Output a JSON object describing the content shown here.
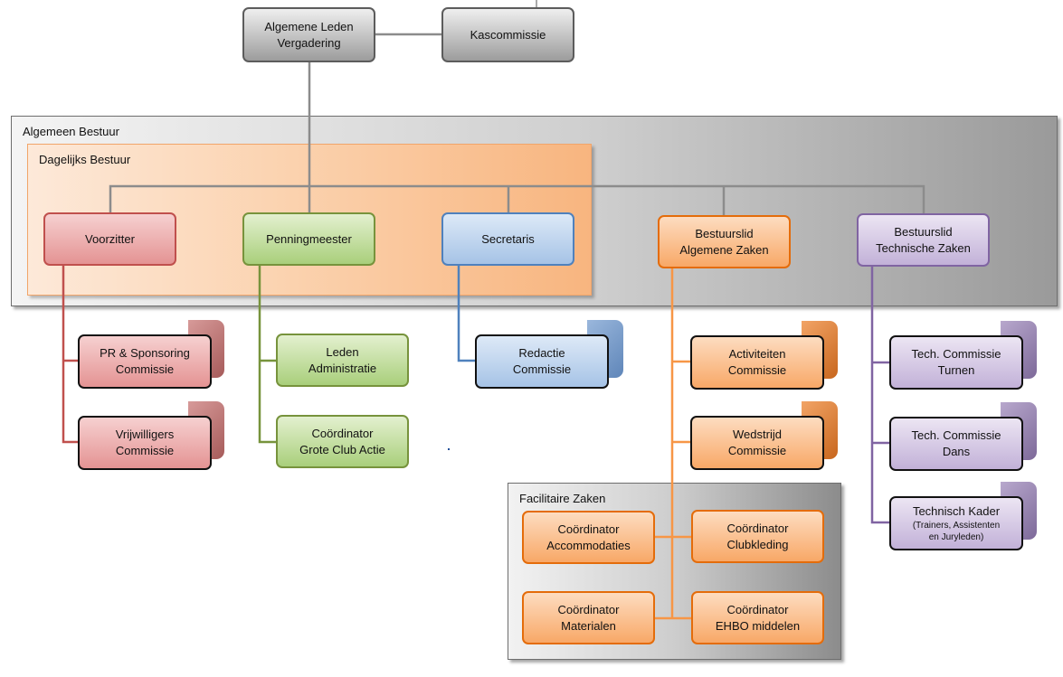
{
  "frames": {
    "algemeen_bestuur": "Algemeen Bestuur",
    "dagelijks_bestuur": "Dagelijks Bestuur",
    "facilitaire_zaken": "Facilitaire  Zaken"
  },
  "top": {
    "alv": [
      "Algemene Leden",
      "Vergadering"
    ],
    "kascommissie": [
      "Kascommissie"
    ]
  },
  "board": {
    "voorzitter": [
      "Voorzitter"
    ],
    "penningmeester": [
      "Penningmeester"
    ],
    "secretaris": [
      "Secretaris"
    ],
    "algemene_zaken": [
      "Bestuurslid",
      "Algemene Zaken"
    ],
    "technische_zaken": [
      "Bestuurslid",
      "Technische Zaken"
    ]
  },
  "committees": {
    "pr_sponsoring": [
      "PR & Sponsoring",
      "Commissie"
    ],
    "vrijwilligers": [
      "Vrijwilligers",
      "Commissie"
    ],
    "leden_administratie": [
      "Leden",
      "Administratie"
    ],
    "grote_club_actie": [
      "Coördinator",
      "Grote Club Actie"
    ],
    "redactie": [
      "Redactie",
      "Commissie"
    ],
    "activiteiten": [
      "Activiteiten",
      "Commissie"
    ],
    "wedstrijd": [
      "Wedstrijd",
      "Commissie"
    ],
    "accommodaties": [
      "Coördinator",
      "Accommodaties"
    ],
    "clubkleding": [
      "Coördinator",
      "Clubkleding"
    ],
    "materialen": [
      "Coördinator",
      "Materialen"
    ],
    "ehbo": [
      "Coördinator",
      "EHBO middelen"
    ],
    "turnen": [
      "Tech. Commissie",
      "Turnen"
    ],
    "dans": [
      "Tech. Commissie",
      "Dans"
    ],
    "technisch_kader": [
      "Technisch Kader"
    ],
    "technisch_kader_note": [
      "(Trainers, Assistenten",
      "en Juryleden)"
    ]
  },
  "colors": {
    "grey_line": "#8c8c8c",
    "red": "#c0504d",
    "green": "#77933c",
    "blue": "#4f81bd",
    "orange": "#f79646",
    "purple": "#8064a2"
  }
}
